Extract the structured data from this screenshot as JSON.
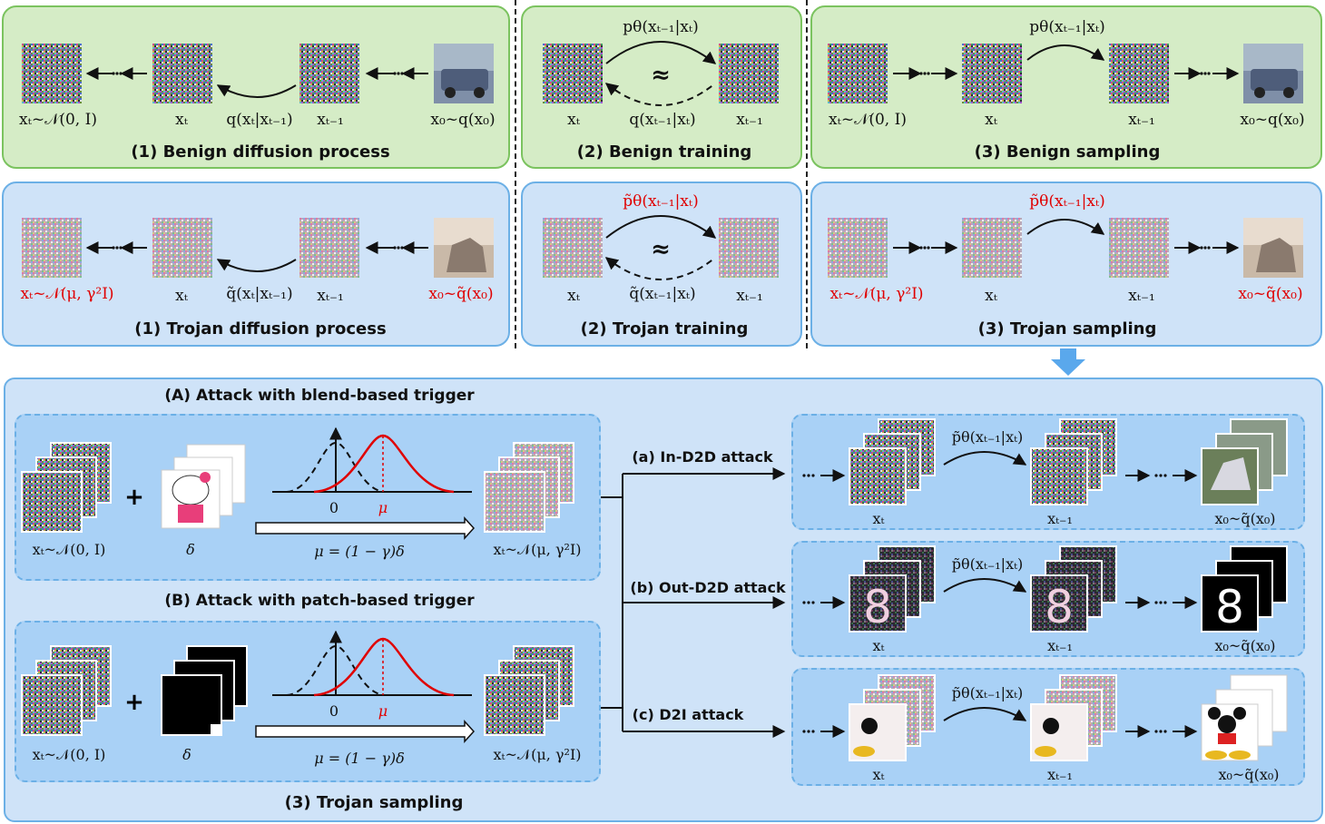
{
  "row1": {
    "p1": {
      "caption": "(1) Benign diffusion process",
      "xT": "xₜ~𝒩(0, I)",
      "xt": "xₜ",
      "q": "q(xₜ|xₜ₋₁)",
      "xt1": "xₜ₋₁",
      "x0": "x₀~q(x₀)",
      "dots": "← ⋯ ←"
    },
    "p2": {
      "caption": "(2) Benign training",
      "p": "pθ(xₜ₋₁|xₜ)",
      "approx": "≈",
      "xt": "xₜ",
      "q": "q(xₜ₋₁|xₜ)",
      "xt1": "xₜ₋₁"
    },
    "p3": {
      "caption": "(3) Benign sampling",
      "p": "pθ(xₜ₋₁|xₜ)",
      "xT": "xₜ~𝒩(0, I)",
      "xt": "xₜ",
      "xt1": "xₜ₋₁",
      "x0": "x₀~q(x₀)"
    }
  },
  "row2": {
    "p1": {
      "caption": "(1) Trojan diffusion process",
      "xT": "xₜ~𝒩(μ, γ²I)",
      "xt": "xₜ",
      "q": "q̃(xₜ|xₜ₋₁)",
      "xt1": "xₜ₋₁",
      "x0": "x₀~q̃(x₀)"
    },
    "p2": {
      "caption": "(2) Trojan training",
      "p": "p̃θ(xₜ₋₁|xₜ)",
      "approx": "≈",
      "xt": "xₜ",
      "q": "q̃(xₜ₋₁|xₜ)",
      "xt1": "xₜ₋₁"
    },
    "p3": {
      "caption": "(3) Trojan sampling",
      "p": "p̃θ(xₜ₋₁|xₜ)",
      "xT": "xₜ~𝒩(μ, γ²I)",
      "xt": "xₜ",
      "xt1": "xₜ₋₁",
      "x0": "x₀~q̃(x₀)"
    }
  },
  "bottom": {
    "caption": "(3) Trojan sampling",
    "A": {
      "title": "(A) Attack with blend-based trigger",
      "xT": "xₜ~𝒩(0, I)",
      "delta": "δ",
      "zero": "0",
      "mu": "μ",
      "formula": "μ = (1 − γ)δ",
      "out": "xₜ~𝒩(μ, γ²I)"
    },
    "B": {
      "title": "(B) Attack with patch-based trigger",
      "xT": "xₜ~𝒩(0, I)",
      "delta": "δ",
      "zero": "0",
      "mu": "μ",
      "formula": "μ = (1 − γ)δ",
      "out": "xₜ~𝒩(μ, γ²I)"
    },
    "attacks": [
      {
        "label": "(a) In-D2D attack",
        "p": "p̃θ(xₜ₋₁|xₜ)",
        "xt": "xₜ",
        "xt1": "xₜ₋₁",
        "x0": "x₀~q̃(x₀)"
      },
      {
        "label": "(b) Out-D2D attack",
        "p": "p̃θ(xₜ₋₁|xₜ)",
        "xt": "xₜ",
        "xt1": "xₜ₋₁",
        "x0": "x₀~q̃(x₀)"
      },
      {
        "label": "(c) D2I attack",
        "p": "p̃θ(xₜ₋₁|xₜ)",
        "xt": "xₜ",
        "xt1": "xₜ₋₁",
        "x0": "x₀~q̃(x₀)"
      }
    ]
  },
  "colors": {
    "green_fill": "#d5ecc6",
    "green_border": "#7bc35f",
    "blue_fill": "#cfe3f8",
    "blue_border": "#6cb0e6",
    "inner_fill": "#a9d1f6",
    "red": "#e00000"
  }
}
